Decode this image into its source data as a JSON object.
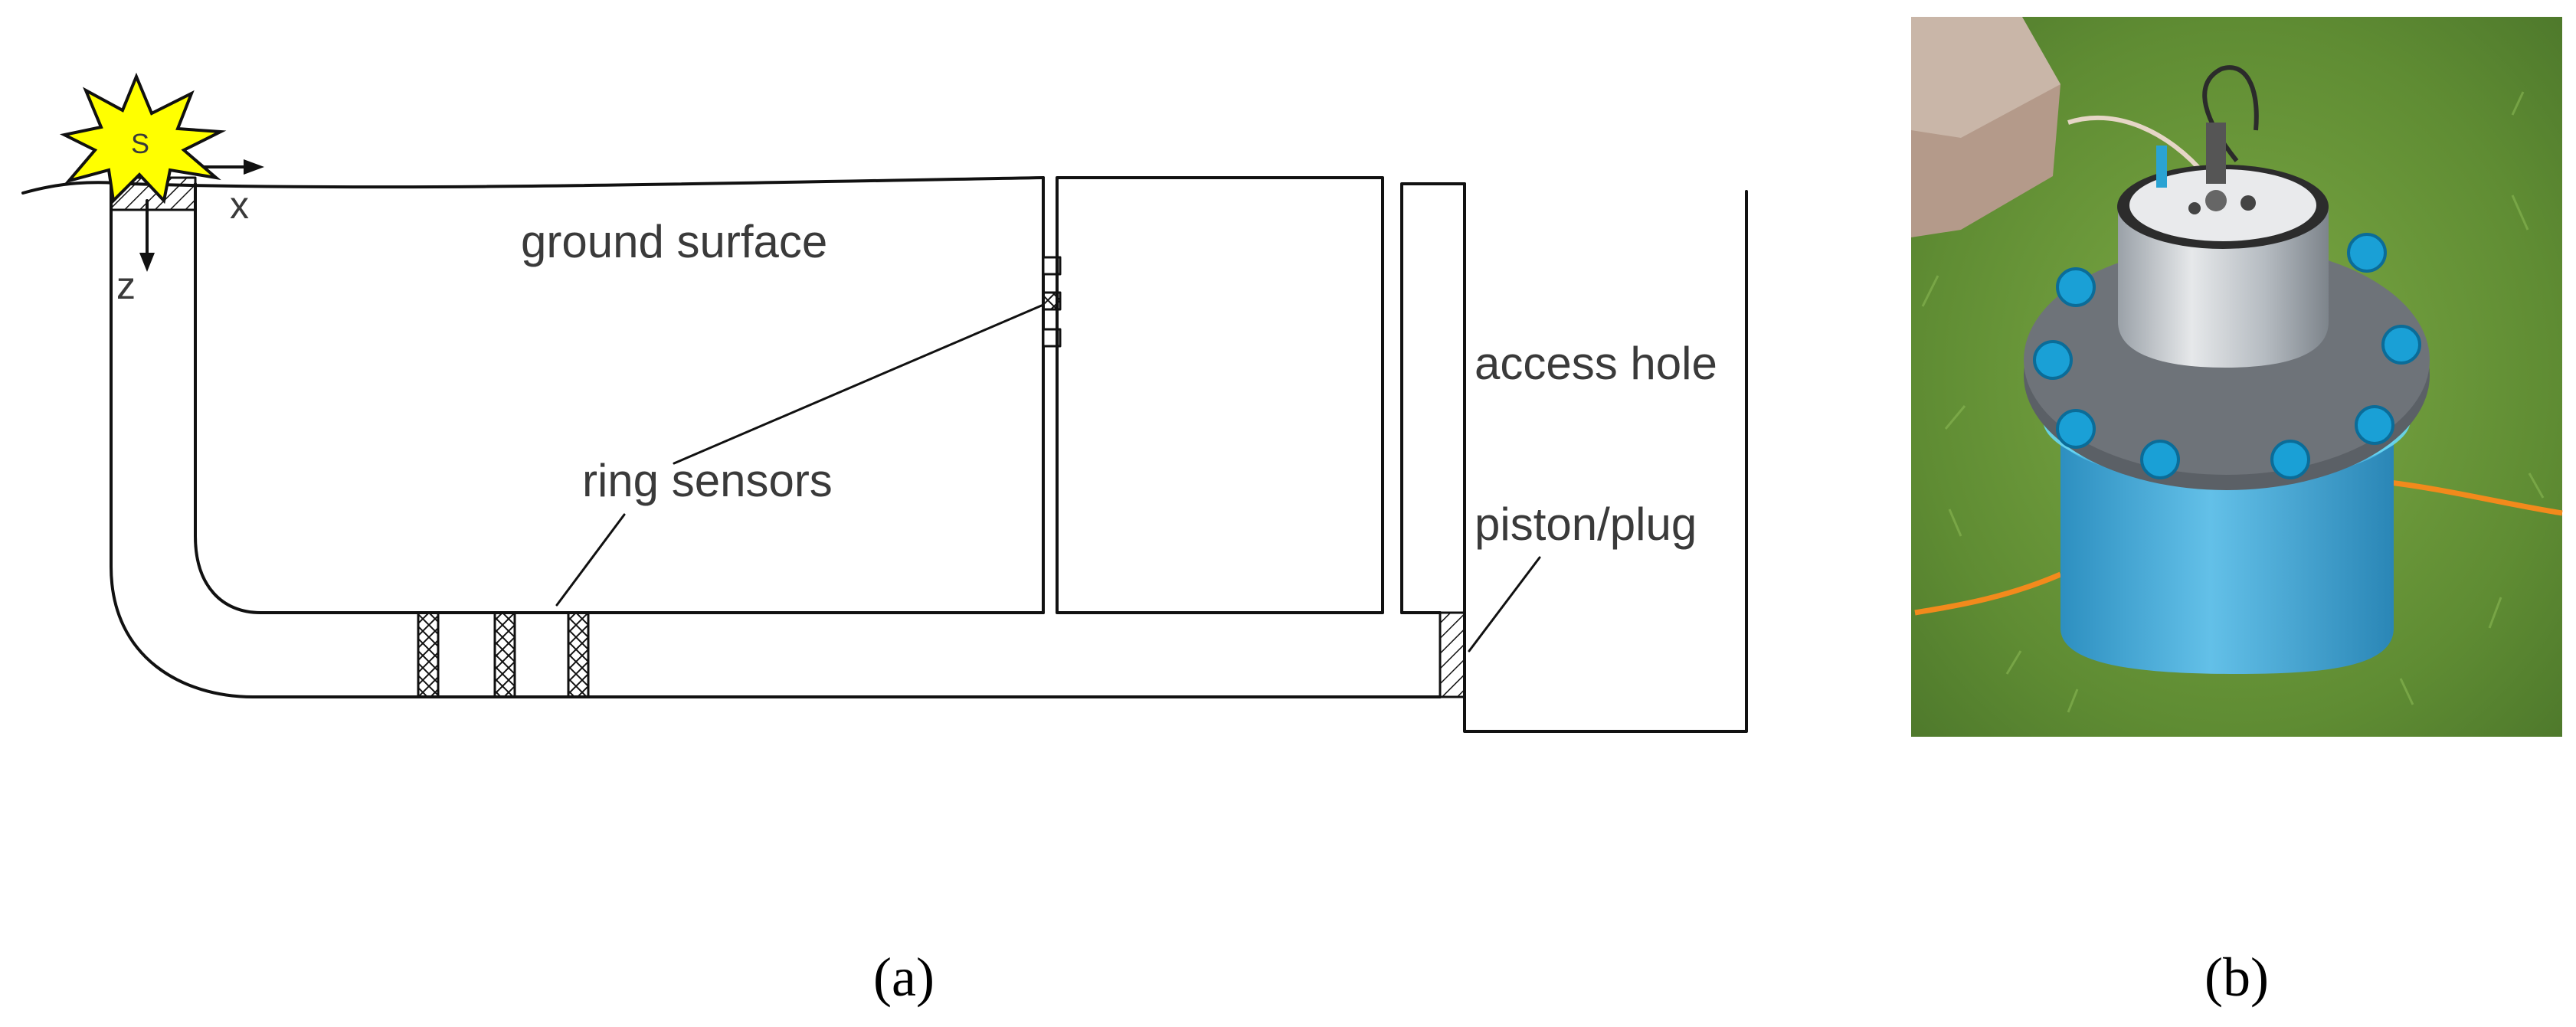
{
  "panel_a": {
    "source_label": "S",
    "axis_x": "x",
    "axis_z": "z",
    "ground_surface": "ground surface",
    "ring_sensors": "ring sensors",
    "access_hole": "access hole",
    "piston_plug": "piston/plug",
    "caption": "(a)"
  },
  "panel_b": {
    "caption": "(b)"
  },
  "colors": {
    "source_burst": "#ffff00",
    "line": "#111111",
    "grass": "#6f9a3c",
    "flange": "#5b6066",
    "bolts": "#1aa0d6",
    "pipe": "#3fa9d8"
  }
}
